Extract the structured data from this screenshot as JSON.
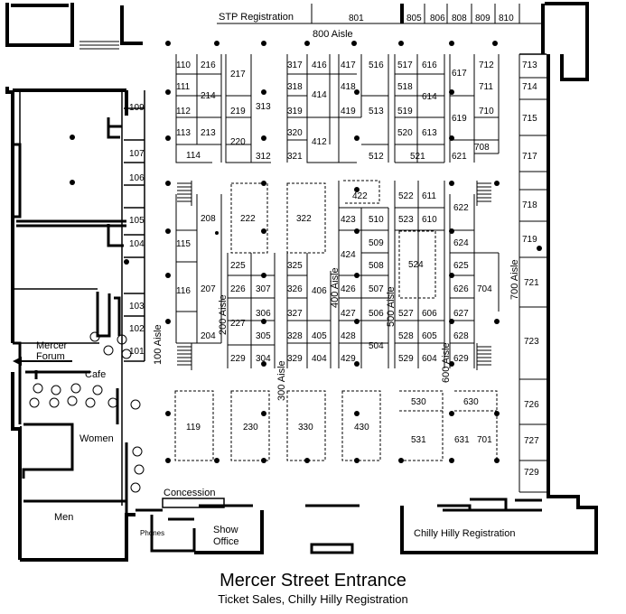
{
  "title": "Mercer Street Entrance",
  "subtitle": "Ticket Sales, Chilly Hilly Registration",
  "labels": {
    "stp": "STP Registration",
    "aisle_800": "800 Aisle",
    "aisle_100": "100 Aisle",
    "aisle_200": "200 Aisle",
    "aisle_300": "300 Aisle",
    "aisle_400": "400 Aisle",
    "aisle_500": "500 Aisle",
    "aisle_600": "600 Aisle",
    "aisle_700": "700 Aisle",
    "mercer_forum_1": "Mercer",
    "mercer_forum_2": "Forum",
    "cafe": "Cafe",
    "women": "Women",
    "men": "Men",
    "concession": "Concession",
    "phones": "Phones",
    "show_office_1": "Show",
    "show_office_2": "Office",
    "chilly_hilly": "Chilly Hilly Registration"
  },
  "booths": {
    "b801": "801",
    "b805": "805",
    "b806": "806",
    "b808": "808",
    "b809": "809",
    "b810": "810",
    "b110": "110",
    "b216": "216",
    "b217": "217",
    "b111": "111",
    "b214": "214",
    "b112": "112",
    "b219": "219",
    "b313": "313",
    "b113": "113",
    "b213": "213",
    "b220": "220",
    "b312": "312",
    "b114": "114",
    "b317": "317",
    "b416": "416",
    "b417": "417",
    "b516": "516",
    "b517": "517",
    "b616": "616",
    "b617": "617",
    "b712": "712",
    "b713": "713",
    "b318": "318",
    "b414": "414",
    "b418": "418",
    "b518": "518",
    "b614": "614",
    "b711": "711",
    "b714": "714",
    "b319": "319",
    "b419": "419",
    "b513": "513",
    "b519": "519",
    "b619": "619",
    "b710": "710",
    "b715": "715",
    "b320": "320",
    "b412": "412",
    "b520": "520",
    "b613": "613",
    "b708": "708",
    "b321": "321",
    "b512": "512",
    "b521": "521",
    "b621": "621",
    "b717": "717",
    "b109": "109",
    "b107": "107",
    "b106": "106",
    "b105": "105",
    "b104": "104",
    "b103": "103",
    "b102": "102",
    "b101": "101",
    "b208": "208",
    "b222": "222",
    "b322": "322",
    "b422": "422",
    "b522": "522",
    "b611": "611",
    "b622": "622",
    "b718": "718",
    "b423": "423",
    "b510": "510",
    "b523": "523",
    "b610": "610",
    "b115": "115",
    "b509": "509",
    "b524": "524",
    "b624": "624",
    "b719": "719",
    "b424": "424",
    "b225": "225",
    "b325": "325",
    "b508": "508",
    "b625": "625",
    "b116": "116",
    "b207": "207",
    "b226": "226",
    "b307": "307",
    "b326": "326",
    "b406": "406",
    "b426": "426",
    "b507": "507",
    "b626": "626",
    "b704": "704",
    "b721": "721",
    "b227": "227",
    "b306": "306",
    "b327": "327",
    "b427": "427",
    "b506": "506",
    "b527": "527",
    "b606": "606",
    "b627": "627",
    "b204": "204",
    "b305": "305",
    "b328": "328",
    "b405": "405",
    "b428": "428",
    "b504": "504",
    "b528": "528",
    "b605": "605",
    "b628": "628",
    "b723": "723",
    "b229": "229",
    "b304": "304",
    "b329": "329",
    "b404": "404",
    "b429": "429",
    "b529": "529",
    "b604": "604",
    "b629": "629",
    "b530": "530",
    "b630": "630",
    "b726": "726",
    "b119": "119",
    "b230": "230",
    "b330": "330",
    "b430": "430",
    "b531": "531",
    "b631": "631",
    "b701": "701",
    "b727": "727",
    "b729": "729"
  }
}
